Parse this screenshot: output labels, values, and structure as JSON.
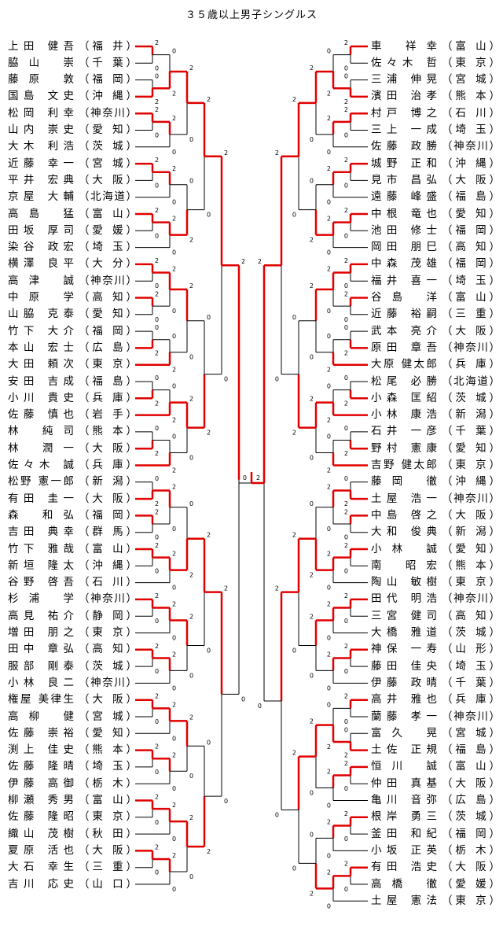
{
  "title": "３５歳以上男子シングルス",
  "colors": {
    "win_line": "#e00000",
    "loss_line": "#000000",
    "score_text": "#000000"
  },
  "left": [
    {
      "name": "上田 健吾",
      "pref": "（福 井）"
    },
    {
      "name": "脇山 崇",
      "pref": "（千 葉）"
    },
    {
      "name": "藤原 敦",
      "pref": "（福 岡）"
    },
    {
      "name": "国島 文史",
      "pref": "（沖 縄）"
    },
    {
      "name": "松岡 利幸",
      "pref": "（神奈川）"
    },
    {
      "name": "山内 崇史",
      "pref": "（愛 知）"
    },
    {
      "name": "大木 利浩",
      "pref": "（茨 城）"
    },
    {
      "name": "近藤 幸一",
      "pref": "（宮 城）"
    },
    {
      "name": "平井 宏典",
      "pref": "（大 阪）"
    },
    {
      "name": "京屋 大輔",
      "pref": "（北海道）"
    },
    {
      "name": "高島 猛",
      "pref": "（富 山）"
    },
    {
      "name": "田坂 厚司",
      "pref": "（愛 媛）"
    },
    {
      "name": "染谷 政宏",
      "pref": "（埼 玉）"
    },
    {
      "name": "横澤 良平",
      "pref": "（大 分）"
    },
    {
      "name": "高津 誠",
      "pref": "（神奈川）"
    },
    {
      "name": "中原 学",
      "pref": "（高 知）"
    },
    {
      "name": "山脇 克泰",
      "pref": "（愛 知）"
    },
    {
      "name": "竹下 大介",
      "pref": "（福 岡）"
    },
    {
      "name": "本山 宏士",
      "pref": "（広 島）"
    },
    {
      "name": "大田 頼次",
      "pref": "（東 京）"
    },
    {
      "name": "安田 吉成",
      "pref": "（福 島）"
    },
    {
      "name": "小川 貴史",
      "pref": "（兵 庫）"
    },
    {
      "name": "佐藤 慎也",
      "pref": "（岩 手）"
    },
    {
      "name": "林 純司",
      "pref": "（熊 本）"
    },
    {
      "name": "林 潤一",
      "pref": "（大 阪）"
    },
    {
      "name": "佐々木 誠",
      "pref": "（兵 庫）"
    },
    {
      "name": "松野 憲一郎",
      "pref": "（新 潟）"
    },
    {
      "name": "有田 圭一",
      "pref": "（大 阪）"
    },
    {
      "name": "森 和弘",
      "pref": "（福 岡）"
    },
    {
      "name": "吉田 典幸",
      "pref": "（群 馬）"
    },
    {
      "name": "竹下 雅哉",
      "pref": "（富 山）"
    },
    {
      "name": "新垣 隆太",
      "pref": "（沖 縄）"
    },
    {
      "name": "谷野 啓吾",
      "pref": "（石 川）"
    },
    {
      "name": "杉浦 学",
      "pref": "（神奈川）"
    },
    {
      "name": "高見 祐介",
      "pref": "（静 岡）"
    },
    {
      "name": "増田 朋之",
      "pref": "（東 京）"
    },
    {
      "name": "田中 章弘",
      "pref": "（高 知）"
    },
    {
      "name": "服部 剛泰",
      "pref": "（茨 城）"
    },
    {
      "name": "小林 良二",
      "pref": "（神奈川）"
    },
    {
      "name": "権屋 美律生",
      "pref": "（大 阪）"
    },
    {
      "name": "高柳 健",
      "pref": "（宮 城）"
    },
    {
      "name": "佐藤 崇裕",
      "pref": "（愛 知）"
    },
    {
      "name": "渕上 佳史",
      "pref": "（熊 本）"
    },
    {
      "name": "佐藤 隆晴",
      "pref": "（埼 玉）"
    },
    {
      "name": "伊藤 高御",
      "pref": "（栃 木）"
    },
    {
      "name": "柳瀬 秀男",
      "pref": "（富 山）"
    },
    {
      "name": "佐藤 隆昭",
      "pref": "（東 京）"
    },
    {
      "name": "織山 茂樹",
      "pref": "（秋 田）"
    },
    {
      "name": "夏原 活也",
      "pref": "（大 阪）"
    },
    {
      "name": "大石 幸生",
      "pref": "（三 重）"
    },
    {
      "name": "吉川 応史",
      "pref": "（山 口）"
    }
  ],
  "right": [
    {
      "name": "車 祥幸",
      "pref": "（富 山）"
    },
    {
      "name": "佐々木 哲",
      "pref": "（東 京）"
    },
    {
      "name": "三浦 伸晃",
      "pref": "（宮 城）"
    },
    {
      "name": "濱田 治孝",
      "pref": "（熊 本）"
    },
    {
      "name": "村戸 博之",
      "pref": "（石 川）"
    },
    {
      "name": "三上 一成",
      "pref": "（埼 玉）"
    },
    {
      "name": "佐藤 政勝",
      "pref": "（神奈川）"
    },
    {
      "name": "城野 正和",
      "pref": "（沖 縄）"
    },
    {
      "name": "見市 昌弘",
      "pref": "（大 阪）"
    },
    {
      "name": "遠藤 峰盛",
      "pref": "（福 島）"
    },
    {
      "name": "中根 竜也",
      "pref": "（愛 知）"
    },
    {
      "name": "池田 修士",
      "pref": "（福 岡）"
    },
    {
      "name": "岡田 朋巳",
      "pref": "（高 知）"
    },
    {
      "name": "中森 茂雄",
      "pref": "（福 岡）"
    },
    {
      "name": "福井 喜一",
      "pref": "（埼 玉）"
    },
    {
      "name": "谷島 洋",
      "pref": "（富 山）"
    },
    {
      "name": "近藤 裕嗣",
      "pref": "（三 重）"
    },
    {
      "name": "武本 亮介",
      "pref": "（大 阪）"
    },
    {
      "name": "原田 章吾",
      "pref": "（神奈川）"
    },
    {
      "name": "大原 健太郎",
      "pref": "（兵 庫）"
    },
    {
      "name": "松尾 必勝",
      "pref": "（北海道）"
    },
    {
      "name": "小森 匡紹",
      "pref": "（茨 城）"
    },
    {
      "name": "小林 康浩",
      "pref": "（新 潟）"
    },
    {
      "name": "石井 一彦",
      "pref": "（千 葉）"
    },
    {
      "name": "野村 憲康",
      "pref": "（愛 知）"
    },
    {
      "name": "吉野 健太郎",
      "pref": "（東 京）"
    },
    {
      "name": "藤岡 徹",
      "pref": "（沖 縄）"
    },
    {
      "name": "土屋 浩一",
      "pref": "（神奈川）"
    },
    {
      "name": "中島 啓之",
      "pref": "（大 阪）"
    },
    {
      "name": "大和 俊典",
      "pref": "（新 潟）"
    },
    {
      "name": "小林 誠",
      "pref": "（愛 知）"
    },
    {
      "name": "南 昭宏",
      "pref": "（熊 本）"
    },
    {
      "name": "陶山 敏樹",
      "pref": "（東 京）"
    },
    {
      "name": "田代 明浩",
      "pref": "（神奈川）"
    },
    {
      "name": "三宮 健司",
      "pref": "（高 知）"
    },
    {
      "name": "大橋 雅道",
      "pref": "（茨 城）"
    },
    {
      "name": "神保 一寿",
      "pref": "（山 形）"
    },
    {
      "name": "藤田 佳央",
      "pref": "（埼 玉）"
    },
    {
      "name": "伊藤 政晴",
      "pref": "（千 葉）"
    },
    {
      "name": "高井 雅也",
      "pref": "（兵 庫）"
    },
    {
      "name": "蘭藤 孝一",
      "pref": "（神奈川）"
    },
    {
      "name": "富久 晃",
      "pref": "（宮 城）"
    },
    {
      "name": "土佐 正規",
      "pref": "（福 島）"
    },
    {
      "name": "恒川 誠",
      "pref": "（富 山）"
    },
    {
      "name": "仲田 真基",
      "pref": "（大 阪）"
    },
    {
      "name": "亀川 音弥",
      "pref": "（広 島）"
    },
    {
      "name": "根岸 勇三",
      "pref": "（茨 城）"
    },
    {
      "name": "釜田 和紀",
      "pref": "（福 岡）"
    },
    {
      "name": "小坂 正英",
      "pref": "（栃 木）"
    },
    {
      "name": "有田 浩史",
      "pref": "（大 阪）"
    },
    {
      "name": "高橋 徹",
      "pref": "（愛 媛）"
    },
    {
      "name": "土屋 憲法",
      "pref": "（東 京）"
    }
  ],
  "final": {
    "left_score": "0",
    "right_score": "2"
  }
}
